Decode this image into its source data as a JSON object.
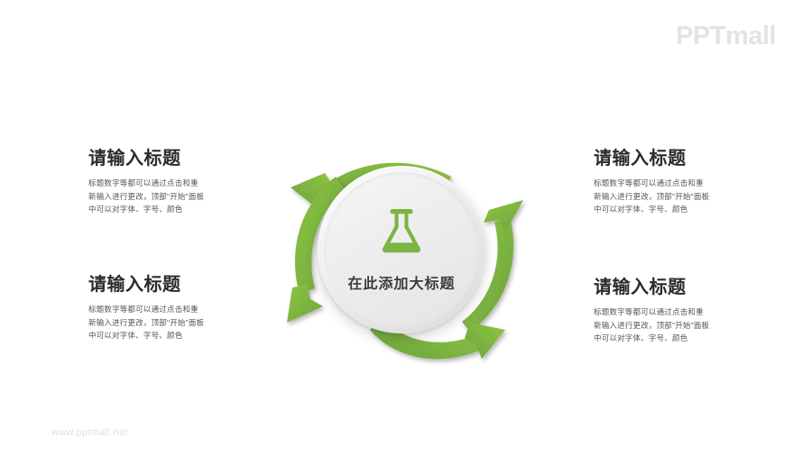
{
  "brand": {
    "logo_text": "PPTmall",
    "logo_color": "#e3e3e3"
  },
  "footer": {
    "url": "www.pptmall.net"
  },
  "center": {
    "title": "在此添加大标题",
    "icon": "flask-icon",
    "icon_color": "#7CB342",
    "disc_color": "#ededed"
  },
  "accent_color": "#7CB342",
  "arrows": {
    "count": 4,
    "color": "#7CB342",
    "directions": [
      "up-right",
      "left-up",
      "down-left",
      "right-down"
    ]
  },
  "blocks": [
    {
      "position": "top-left",
      "title": "请输入标题",
      "body": [
        "标题数字等都可以通过点击和重",
        "新输入进行更改，顶部\"开始\"面板",
        "中可以对字体、字号、颜色"
      ]
    },
    {
      "position": "bottom-left",
      "title": "请输入标题",
      "body": [
        "标题数字等都可以通过点击和重",
        "新输入进行更改，顶部\"开始\"面板",
        "中可以对字体、字号、颜色"
      ]
    },
    {
      "position": "top-right",
      "title": "请输入标题",
      "body": [
        "标题数字等都可以通过点击和重",
        "新输入进行更改，顶部\"开始\"面板",
        "中可以对字体、字号、颜色"
      ]
    },
    {
      "position": "bottom-right",
      "title": "请输入标题",
      "body": [
        "标题数字等都可以通过点击和重",
        "新输入进行更改，顶部\"开始\"面板",
        "中可以对字体、字号、颜色"
      ]
    }
  ]
}
